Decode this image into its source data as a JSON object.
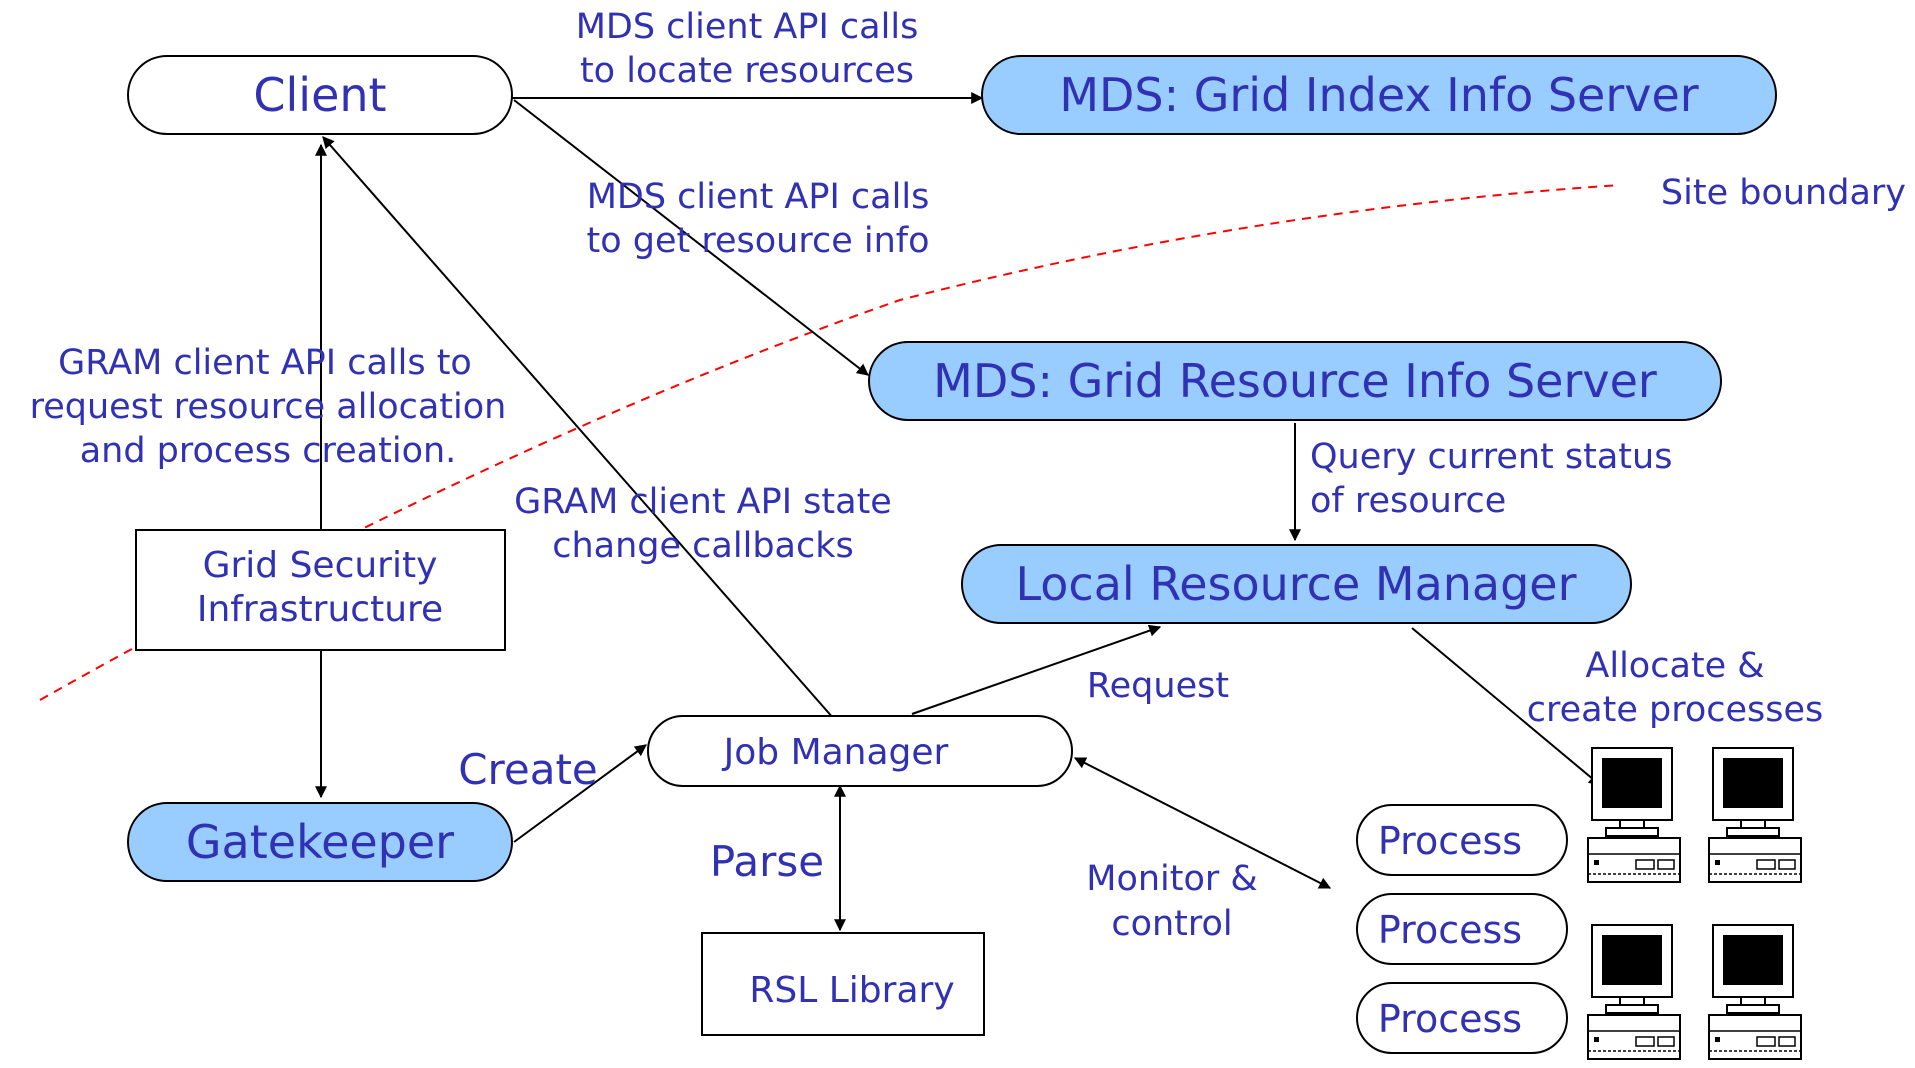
{
  "nodes": {
    "client": "Client",
    "mds_index": "MDS: Grid Index Info Server",
    "mds_resource": "MDS: Grid Resource Info Server",
    "local_rm": "Local Resource Manager",
    "gatekeeper": "Gatekeeper",
    "job_manager": "Job Manager",
    "gsi_line1": "Grid Security",
    "gsi_line2": "Infrastructure",
    "rsl": "RSL Library",
    "process_1": "Process",
    "process_2": "Process",
    "process_3": "Process"
  },
  "labels": {
    "mds_locate_1": "MDS client API calls",
    "mds_locate_2": "to locate resources",
    "mds_info_1": "MDS client API calls",
    "mds_info_2": "to get resource info",
    "site_boundary": "Site boundary",
    "gram_request_1": "GRAM client API calls to",
    "gram_request_2": "request resource allocation",
    "gram_request_3": "and process creation.",
    "gram_state_1": "GRAM client API state",
    "gram_state_2": "change callbacks",
    "query_1": "Query current status",
    "query_2": "of resource",
    "request": "Request",
    "allocate_1": "Allocate &",
    "allocate_2": "create processes",
    "create": "Create",
    "parse": "Parse",
    "monitor_1": "Monitor &",
    "monitor_2": "control"
  },
  "icons": [
    "computer-icon",
    "computer-icon",
    "computer-icon",
    "computer-icon"
  ],
  "colors": {
    "text": "#3131b4",
    "node_fill_blue": "#99ccff",
    "node_fill_white": "#ffffff",
    "stroke": "#000000",
    "boundary": "#ff0000"
  }
}
